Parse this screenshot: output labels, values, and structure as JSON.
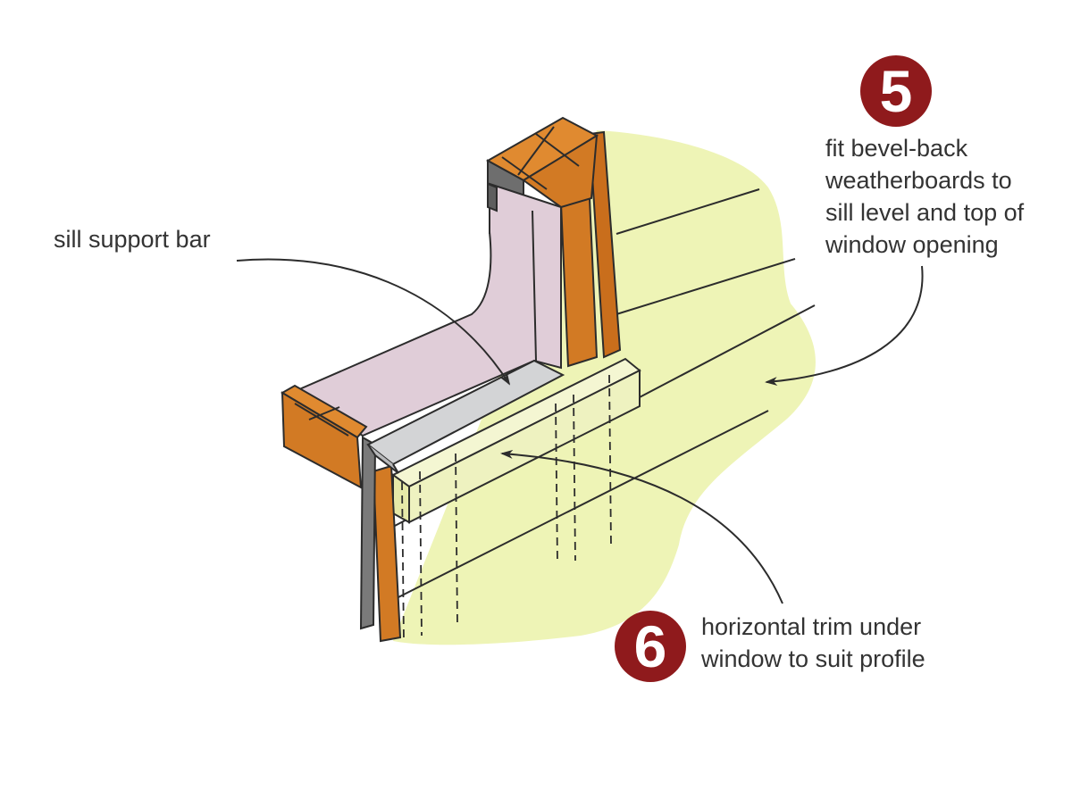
{
  "colors": {
    "badge": "#8f1a1c",
    "wall_highlight": "#eef4b6",
    "timber": "#d27a24",
    "membrane": "#e0cdd8",
    "sill_bar": "#d3d4d6",
    "ink": "#2c2c2c",
    "text": "#333333"
  },
  "callouts": [
    {
      "id": "sill",
      "lines": [
        "sill support bar"
      ]
    },
    {
      "id": "five",
      "badge": "5",
      "lines": [
        "fit bevel-back",
        "weatherboards to",
        "sill level and top of",
        "window opening"
      ]
    },
    {
      "id": "six",
      "badge": "6",
      "lines": [
        "horizontal trim under",
        "window to suit profile"
      ]
    }
  ]
}
